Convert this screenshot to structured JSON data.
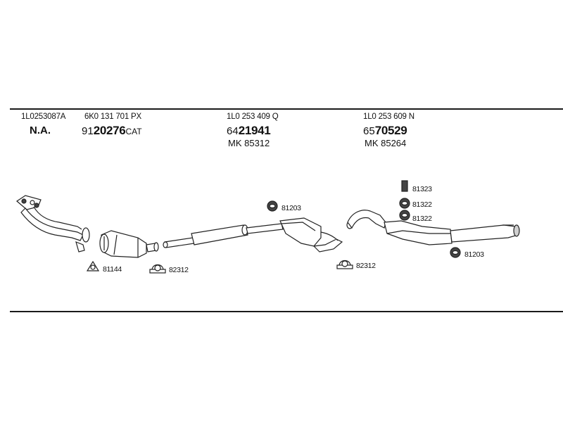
{
  "columns": [
    {
      "part_number": "1L0253087A",
      "na": "N.A."
    },
    {
      "part_number": "6K0 131 701 PX",
      "code_prefix": "91",
      "code_main": "20276",
      "code_suffix": "CAT"
    },
    {
      "part_number": "1L0 253 409 Q",
      "code_prefix": "64",
      "code_main": "21941",
      "mk": "MK  85312"
    },
    {
      "part_number": "1L0 253 609 N",
      "code_prefix": "65",
      "code_main": "70529",
      "mk": "MK  85264"
    }
  ],
  "labels": {
    "gasket_front": "81144",
    "clamp_cat": "82312",
    "hanger_middle": "81203",
    "clamp_middle": "82312",
    "hanger_rear_top": "81323",
    "hanger_rear_1": "81322",
    "hanger_rear_2": "81322",
    "hanger_rear_tail": "81203"
  },
  "parts": [
    {
      "name": "front-pipe-icon"
    },
    {
      "name": "catalytic-converter-icon"
    },
    {
      "name": "middle-silencer-icon"
    },
    {
      "name": "rear-silencer-icon"
    }
  ]
}
